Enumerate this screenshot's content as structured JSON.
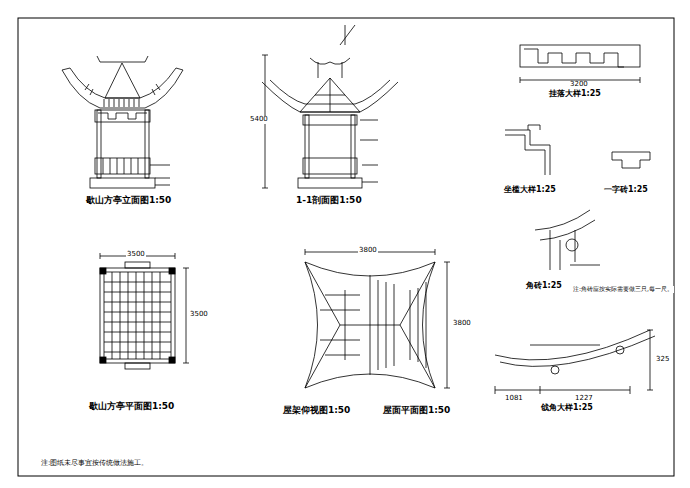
{
  "diagram": {
    "labels": [
      "歇山方亭立面图1:50",
      "1-1剖面图1:50",
      "挂落大样1:25",
      "坐槛大样1:25",
      "一字砖1:25",
      "角砖1:25",
      "注:角砖应按实际需要做三只,每一尺。",
      "歇山方亭平面图1:50",
      "屋架仰视图1:50",
      "屋面平面图1:50",
      "戗角大样1:25",
      "注:图纸未尽事宜按传统做法施工。",
      "3500",
      "3500",
      "3800",
      "3800",
      "5400",
      "3200",
      "1081",
      "1227",
      "325"
    ]
  }
}
